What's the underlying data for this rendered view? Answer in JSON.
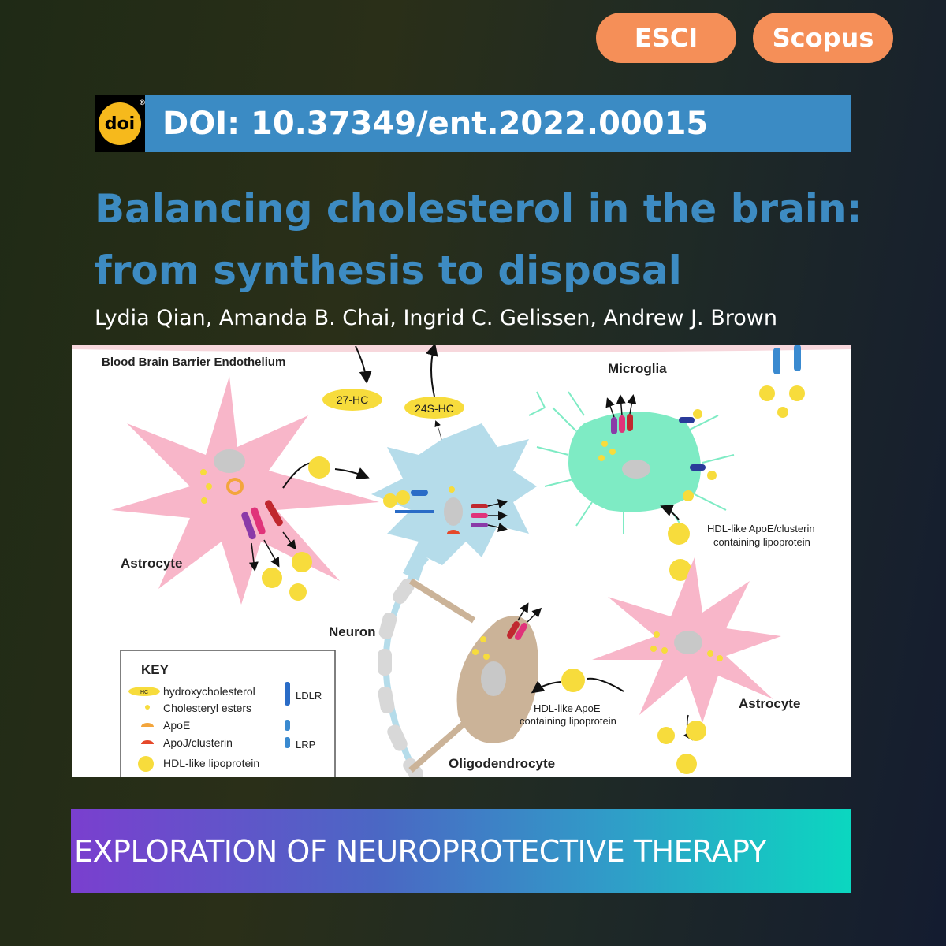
{
  "badges": {
    "esci": "ESCI",
    "scopus": "Scopus"
  },
  "doi": {
    "logo_text": "doi",
    "text": "DOI: 10.37349/ent.2022.00015"
  },
  "article": {
    "title_line1": "Balancing cholesterol in the brain:",
    "title_line2": "from synthesis to disposal",
    "authors": "Lydia Qian, Amanda B. Chai, Ingrid C. Gelissen, Andrew J. Brown"
  },
  "figure": {
    "labels": {
      "bbb": "Blood Brain Barrier Endothelium",
      "hc27": "27-HC",
      "hc24": "24S-HC",
      "microglia": "Microglia",
      "astrocyte_left": "Astrocyte",
      "neuron": "Neuron",
      "hdl_apoe_clusterin_1": "HDL-like ApoE/clusterin",
      "hdl_apoe_clusterin_2": "containing lipoprotein",
      "hdl_apoe_1": "HDL-like ApoE",
      "hdl_apoe_2": "containing lipoprotein",
      "astrocyte_right": "Astrocyte",
      "oligodendrocyte": "Oligodendrocyte"
    },
    "key": {
      "title": "KEY",
      "hc_tag": "HC",
      "hydroxycholesterol": "hydroxycholesterol",
      "cholesteryl_esters": "Cholesteryl esters",
      "apoe": "ApoE",
      "apoj": "ApoJ/clusterin",
      "hdl": "HDL-like lipoprotein",
      "ldlr": "LDLR",
      "lrp": "LRP"
    },
    "colors": {
      "astrocyte": "#f8b6c9",
      "neuron": "#b5dcea",
      "microglia": "#7eebc4",
      "oligodendrocyte": "#cbb398",
      "lipoprotein": "#f7dc3c",
      "apoe": "#f3a53c",
      "apoj": "#e5482a"
    }
  },
  "footer": {
    "text": "EXPLORATION OF NEUROPROTECTIVE THERAPY"
  }
}
